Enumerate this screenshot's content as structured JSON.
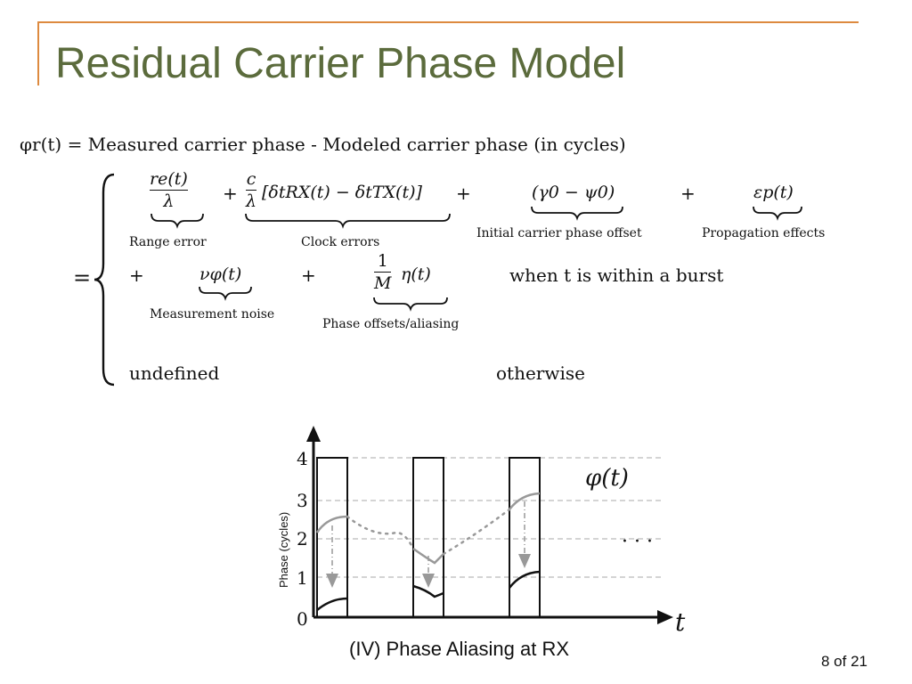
{
  "slide": {
    "title": "Residual Carrier Phase Model",
    "page_number": "8 of 21"
  },
  "equation": {
    "lhs": "φr(t) = Measured carrier phase - Modeled carrier phase (in cycles)",
    "equals": "=",
    "plus": "+",
    "frac_range_num": "re(t)",
    "frac_range_den": "λ",
    "frac_clock_num": "c",
    "frac_clock_den": "λ",
    "clock_term": "[δtRX(t) − δtTX(t)]",
    "initial_term": "(γ0 − ψ0)",
    "propagation_term": "εp(t)",
    "noise_term": "νφ(t)",
    "frac_alias_num": "1",
    "frac_alias_den": "M",
    "alias_term": "η(t)",
    "condition_burst": "when t is within a burst",
    "undefined_text": "undefined",
    "otherwise_text": "otherwise",
    "labels": {
      "range_error": "Range error",
      "clock_errors": "Clock errors",
      "initial_offset": "Initial carrier phase offset",
      "propagation": "Propagation effects",
      "measurement_noise": "Measurement noise",
      "phase_offsets": "Phase offsets/aliasing"
    }
  },
  "figure": {
    "y_axis_label": "Phase (cycles)",
    "y_ticks": [
      "0",
      "1",
      "2",
      "3",
      "4"
    ],
    "x_axis_symbol": "t",
    "curve_label": "φ(t)",
    "ellipsis": "· · ·",
    "caption": "(IV) Phase Aliasing at RX"
  }
}
